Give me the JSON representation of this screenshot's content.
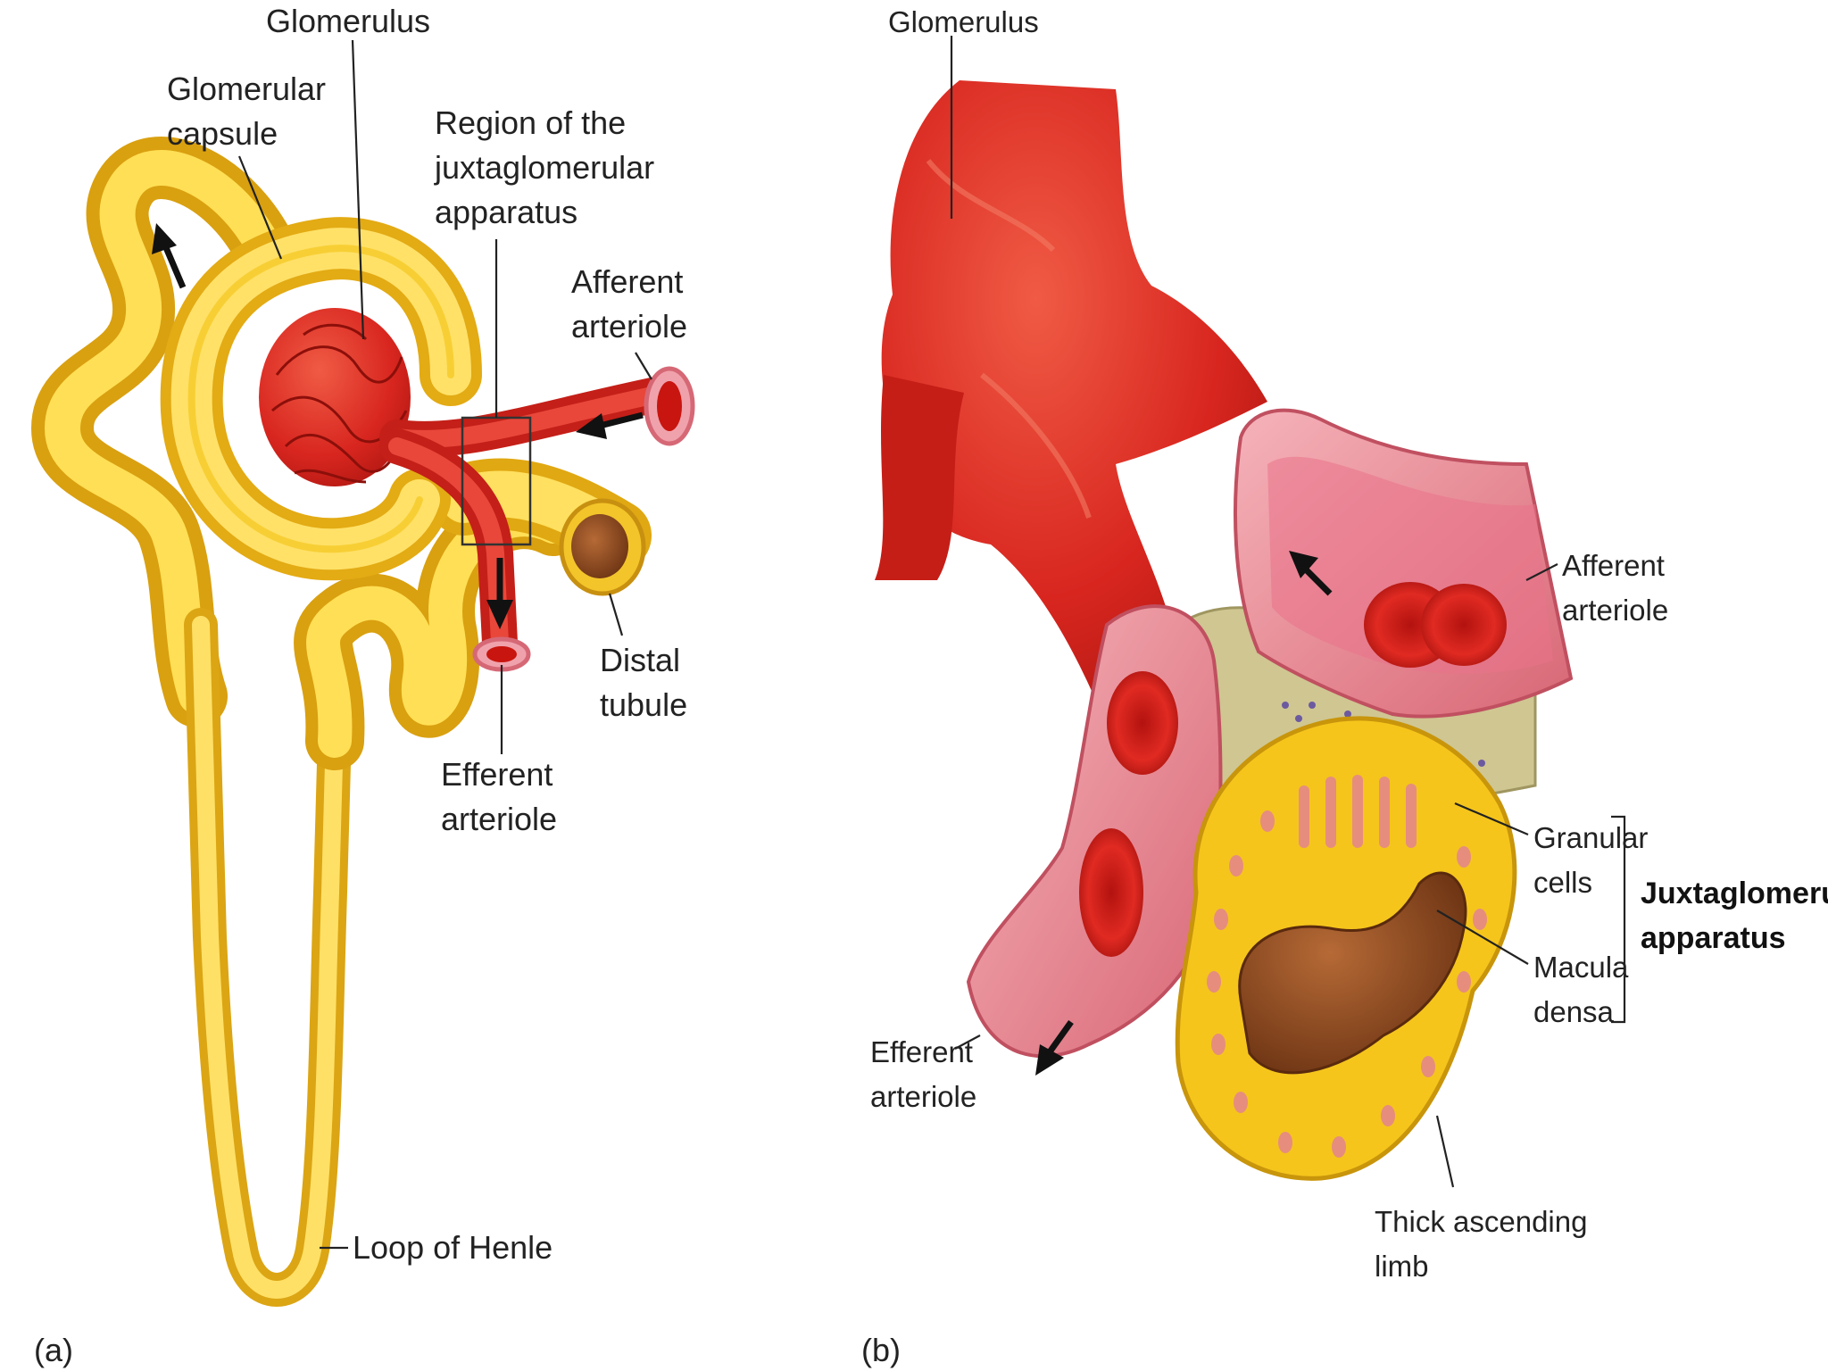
{
  "panel_a": {
    "panel_label": "(a)",
    "labels": {
      "glomerulus": "Glomerulus",
      "glomerular_capsule_1": "Glomerular",
      "glomerular_capsule_2": "capsule",
      "region_jga_1": "Region of the",
      "region_jga_2": "juxtaglomerular",
      "region_jga_3": "apparatus",
      "afferent_1": "Afferent",
      "afferent_2": "arteriole",
      "distal_1": "Distal",
      "distal_2": "tubule",
      "efferent_1": "Efferent",
      "efferent_2": "arteriole",
      "loop_of_henle": "Loop of Henle"
    }
  },
  "panel_b": {
    "panel_label": "(b)",
    "labels": {
      "glomerulus": "Glomerulus",
      "afferent_1": "Afferent",
      "afferent_2": "arteriole",
      "granular_1": "Granular",
      "granular_2": "cells",
      "macula_1": "Macula",
      "macula_2": "densa",
      "jga_1": "Juxtaglomerular",
      "jga_2": "apparatus",
      "efferent_1": "Efferent",
      "efferent_2": "arteriole",
      "thick_1": "Thick ascending",
      "thick_2": "limb"
    }
  },
  "colors": {
    "tubule_yellow": "#f2c21f",
    "vessel_red": "#d8261f",
    "vessel_pink": "#e8848f",
    "lumen_brown": "#8a4a1e"
  }
}
